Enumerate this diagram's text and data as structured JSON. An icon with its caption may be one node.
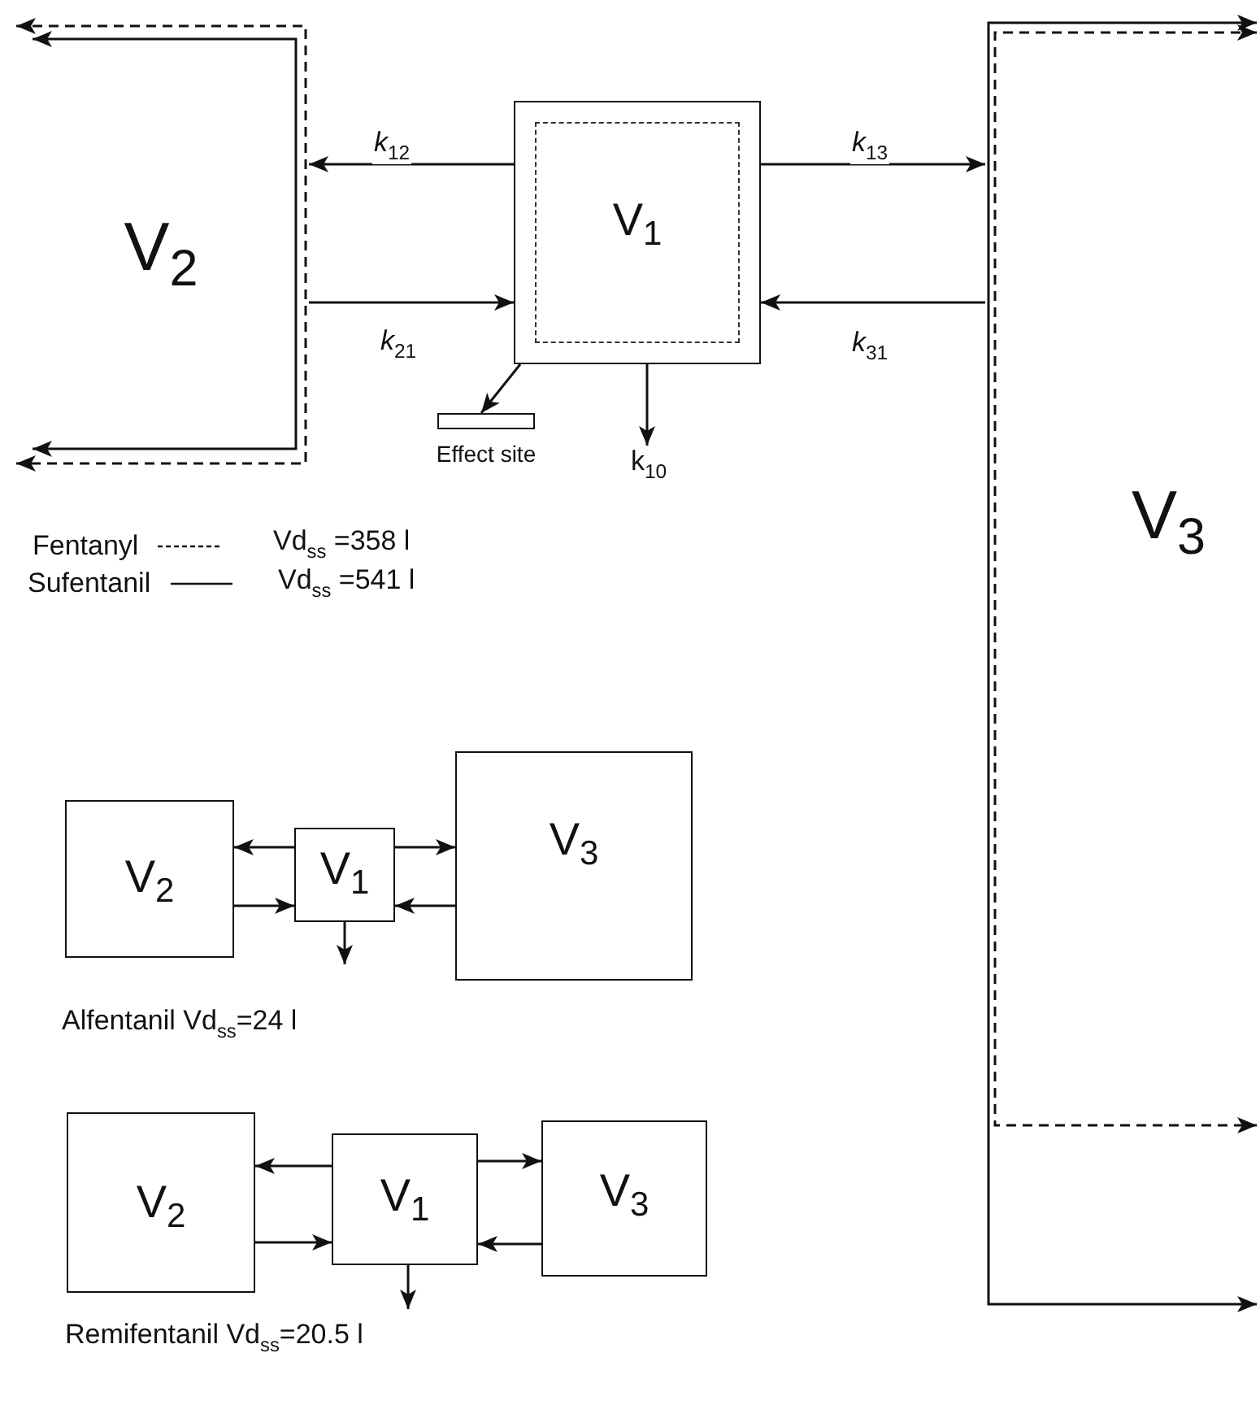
{
  "diagram": {
    "nodes": [
      {
        "text": [
          "V$_{2}$"
        ]
      },
      {
        "text": [
          "V$_{1}$"
        ]
      },
      {
        "text": [
          "V$_{3}$"
        ]
      },
      {
        "text": [
          "Effect site"
        ]
      },
      {
        "text": [
          "k$_{10}$"
        ]
      },
      {
        "text": [
          "V$_{2}$"
        ]
      },
      {
        "text": [
          "V$_{1}$"
        ]
      },
      {
        "text": [
          "V$_{3}$"
        ]
      },
      {
        "text": [
          "V$_{2}$"
        ]
      },
      {
        "text": [
          "V$_{1}$"
        ]
      },
      {
        "text": [
          "V$_{3}$"
        ]
      }
    ],
    "edges": [
      {
        "from": 1,
        "to": 0,
        "arrow": "to",
        "label": "*k*$_{12}$"
      },
      {
        "from": 0,
        "to": 1,
        "arrow": "to",
        "label": "*k*$_{21}$"
      },
      {
        "from": 1,
        "to": 2,
        "arrow": "to",
        "label": "*k*$_{13}$"
      },
      {
        "from": 2,
        "to": 1,
        "arrow": "to",
        "label": "*k*$_{31}$"
      },
      {
        "from": 1,
        "to": 3,
        "arrow": "to"
      },
      {
        "from": 1,
        "to": 4,
        "arrow": "to"
      },
      {
        "from": 6,
        "to": 5,
        "arrow": "to"
      },
      {
        "from": 5,
        "to": 6,
        "arrow": "to"
      },
      {
        "from": 6,
        "to": 7,
        "arrow": "to"
      },
      {
        "from": 7,
        "to": 6,
        "arrow": "to"
      },
      {
        "from": 6,
        "to": null,
        "arrow": "to"
      },
      {
        "from": 9,
        "to": 8,
        "arrow": "to"
      },
      {
        "from": 8,
        "to": 9,
        "arrow": "to"
      },
      {
        "from": 9,
        "to": 10,
        "arrow": "to"
      },
      {
        "from": 10,
        "to": 9,
        "arrow": "to"
      },
      {
        "from": 9,
        "to": null,
        "arrow": "to"
      }
    ],
    "labels": [
      "Vd$_{ss}$ =358 l",
      "Vd$_{ss}$ =541 l",
      "Alfentanil Vd$_{ss}$=24 l",
      "Remifentanil Vd$_{ss}$=20.5 l"
    ],
    "legend": [
      {
        "text": "Fentanyl"
      },
      {
        "text": "Sufentanil"
      }
    ]
  }
}
